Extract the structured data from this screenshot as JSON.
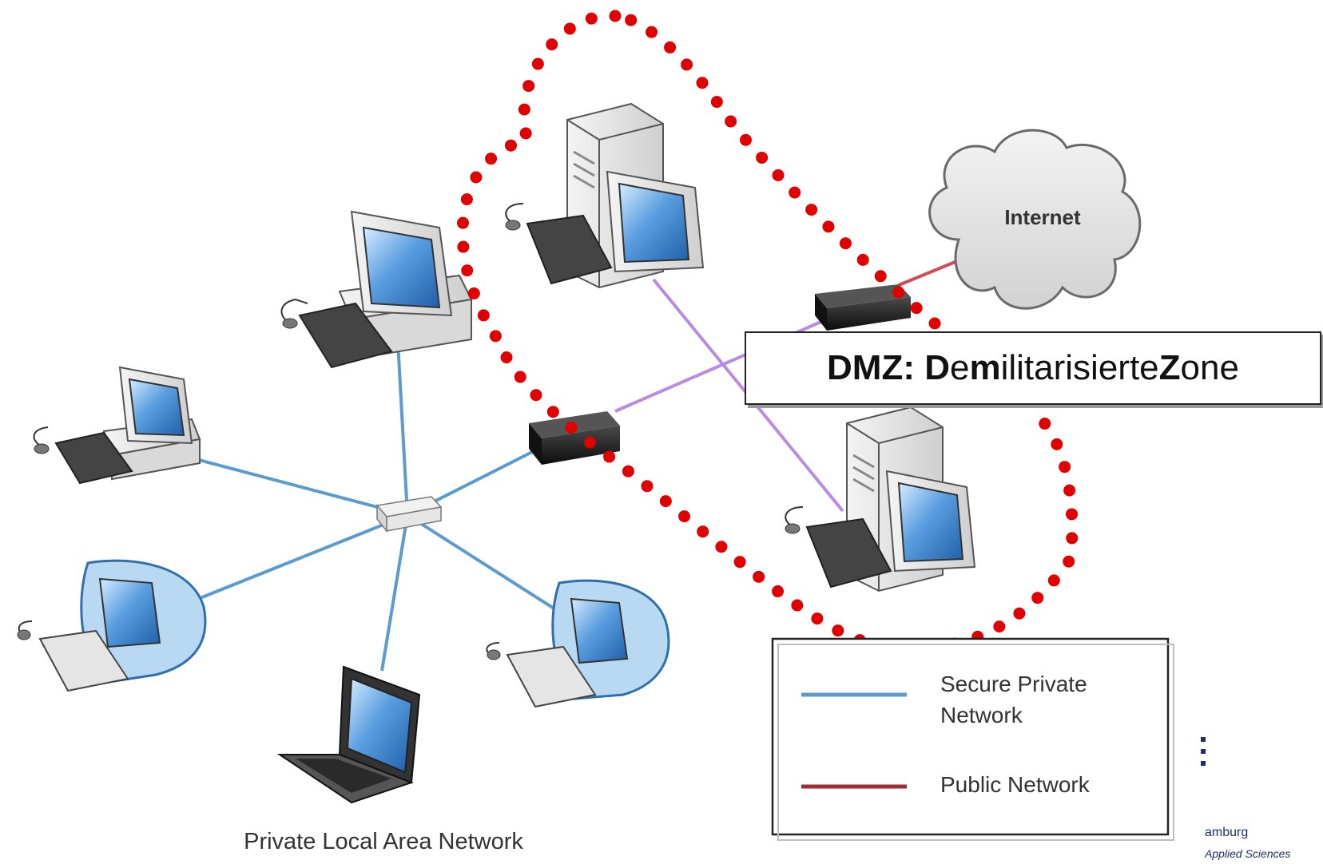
{
  "cloud_label": "Internet",
  "lan_caption": "Private Local Area Network",
  "dmz_label": {
    "parts": [
      {
        "text": "DMZ: D",
        "bold": true
      },
      {
        "text": "e",
        "bold": false
      },
      {
        "text": "m",
        "bold": true
      },
      {
        "text": "ilitarisierte ",
        "bold": false
      },
      {
        "text": "Z",
        "bold": true
      },
      {
        "text": "one",
        "bold": false
      }
    ]
  },
  "legend": {
    "items": [
      {
        "label_line1": "Secure Private",
        "label_line2": "Network",
        "color": "#5b9bd0"
      },
      {
        "label_line1": "Public Network",
        "label_line2": "",
        "color": "#9b2f35"
      }
    ]
  },
  "footer": {
    "line1": "amburg",
    "line2": "Applied Sciences"
  },
  "colors": {
    "lan_link": "#5b9bd0",
    "dmz_link": "#b98be3",
    "public_link": "#d24a55",
    "dmz_boundary": "#e00000",
    "screen": "#5a9ee0"
  }
}
